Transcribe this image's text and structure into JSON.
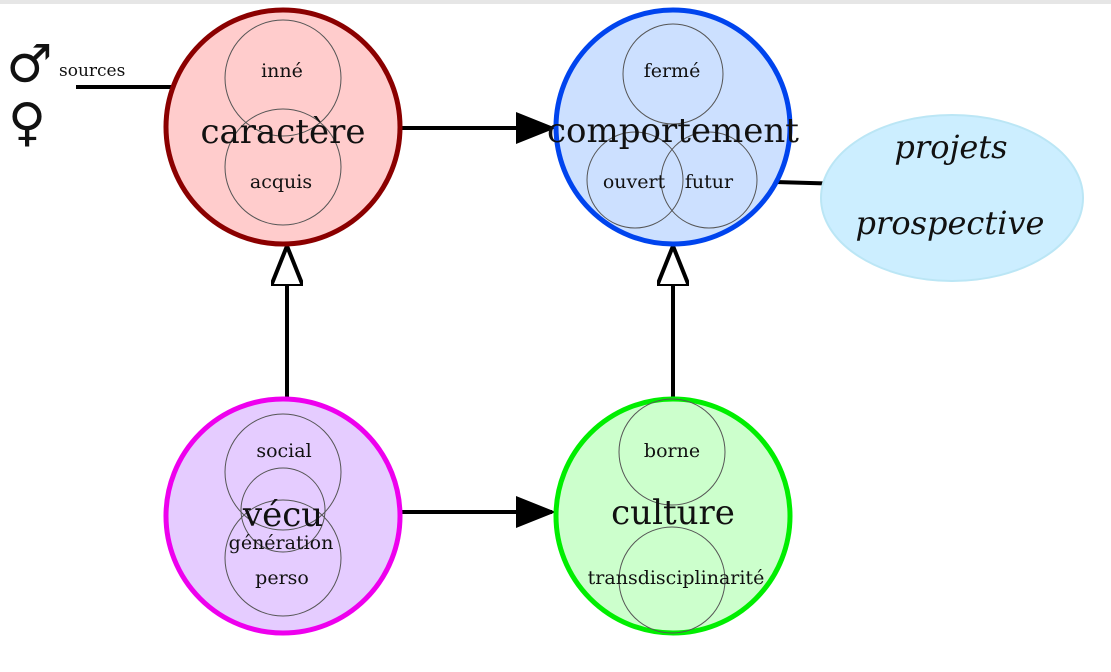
{
  "nodes": {
    "caractere": {
      "label": "caractère",
      "sub": [
        "inné",
        "acquis"
      ],
      "fill": "#ffcccc",
      "stroke": "#8b0000"
    },
    "comportement": {
      "label": "comportement",
      "sub": [
        "fermé",
        "ouvert",
        "futur"
      ],
      "fill": "#cce0ff",
      "stroke": "#0044ee"
    },
    "vecu": {
      "label": "vécu",
      "sub": [
        "social",
        "génération",
        "perso"
      ],
      "fill": "#e5ccff",
      "stroke": "#ee00ee"
    },
    "culture": {
      "label": "culture",
      "sub": [
        "borne",
        "transdisciplinarité"
      ],
      "fill": "#ccffcc",
      "stroke": "#00ee00"
    }
  },
  "outcome": {
    "line1": "projets",
    "line2": "prospective",
    "fill": "#cceeff"
  },
  "sources_label": "sources",
  "symbols": {
    "male": "♂",
    "female": "♀"
  }
}
